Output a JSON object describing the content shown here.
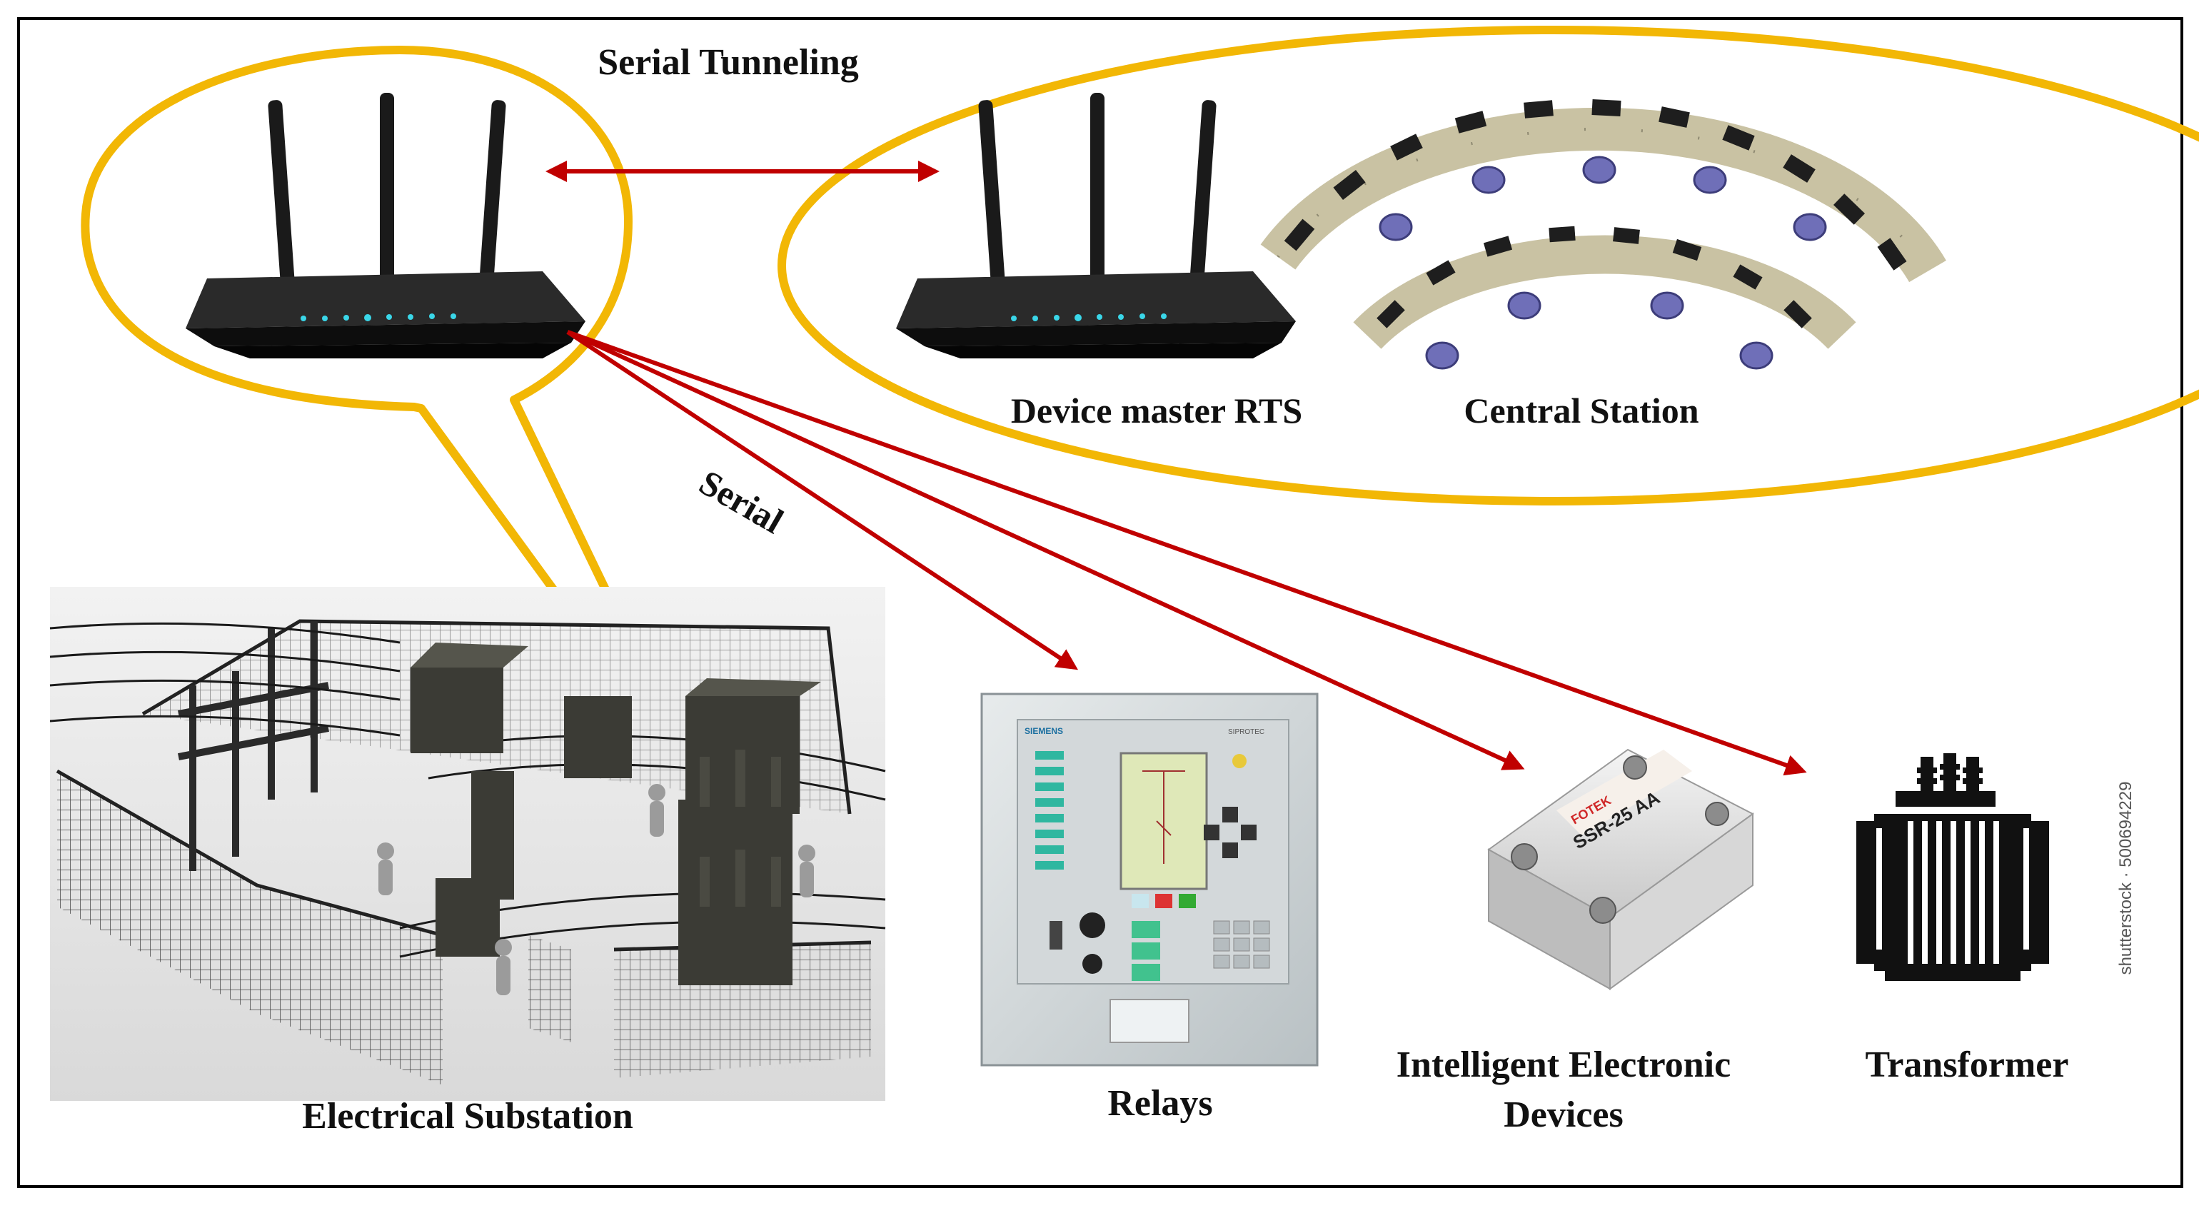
{
  "diagram": {
    "labels": {
      "serial_tunneling": "Serial Tunneling",
      "serial": "Serial",
      "device_master": "Device master RTS",
      "central_station": "Central Station",
      "substation": "Electrical Substation",
      "relays": "Relays",
      "ied_line1": "Intelligent Electronic",
      "ied_line2": "Devices",
      "transformer": "Transformer"
    },
    "watermark": "shutterstock · 500694229",
    "relay_panel": {
      "brand": "SIEMENS",
      "model": "SIPROTEC"
    },
    "ssr": {
      "brand": "FOTEK",
      "model": "SSR-25 AA"
    },
    "colors": {
      "callout": "#f2b705",
      "arrow": "#c00000",
      "frame": "#000000"
    },
    "icons": [
      "router-icon",
      "router-icon",
      "control-room-icon",
      "substation-icon",
      "relay-panel-icon",
      "solid-state-relay-icon",
      "transformer-icon"
    ]
  }
}
